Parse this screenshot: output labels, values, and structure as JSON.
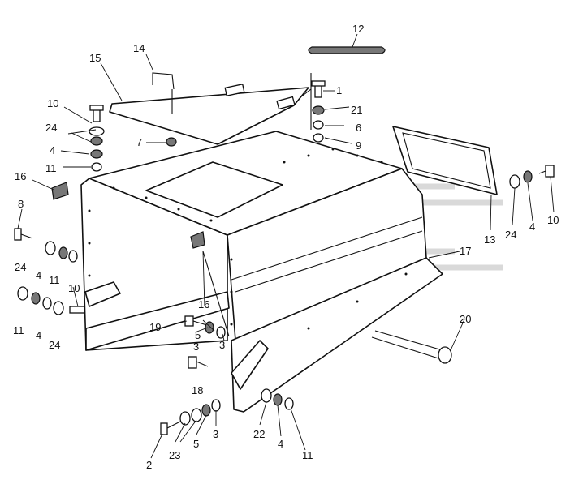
{
  "callouts": [
    "1",
    "2",
    "3",
    "3",
    "3",
    "4",
    "4",
    "4",
    "4",
    "4",
    "5",
    "5",
    "6",
    "7",
    "8",
    "9",
    "10",
    "10",
    "10",
    "11",
    "11",
    "11",
    "11",
    "12",
    "13",
    "14",
    "15",
    "16",
    "16",
    "17",
    "18",
    "19",
    "20",
    "21",
    "22",
    "23",
    "24",
    "24",
    "24",
    "24"
  ],
  "colors": {
    "line": "#111111",
    "background": "#ffffff",
    "watermark": "#d9d9d9"
  },
  "icons": [
    "bolt-icon",
    "washer-icon",
    "nut-icon",
    "bracket-icon"
  ]
}
